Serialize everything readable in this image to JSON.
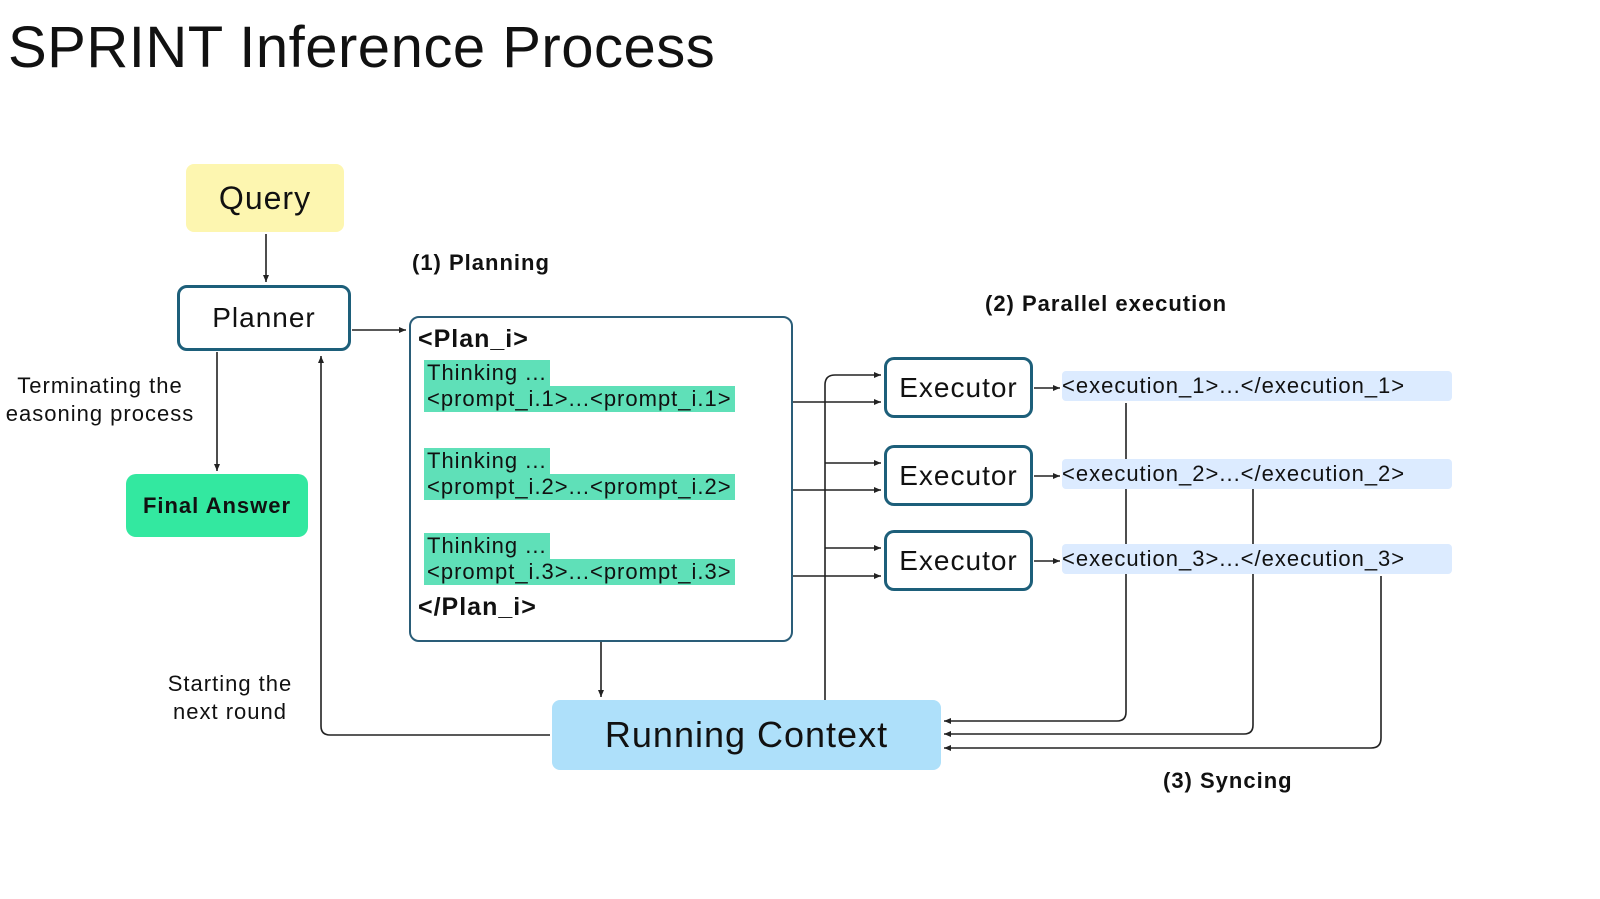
{
  "title": "SPRINT Inference Process",
  "nodes": {
    "query": "Query",
    "planner": "Planner",
    "final_answer": "Final Answer",
    "running_context": "Running Context",
    "executors": [
      "Executor",
      "Executor",
      "Executor"
    ]
  },
  "notes": {
    "terminating": "Terminating the easoning process",
    "terminating_line1": "Terminating the",
    "terminating_line2": "easoning process",
    "starting_line1": "Starting the",
    "starting_line2": "next round"
  },
  "stages": {
    "planning": "(1) Planning",
    "parallel": "(2) Parallel execution",
    "syncing": "(3) Syncing"
  },
  "plan": {
    "open_tag": "<Plan_i>",
    "close_tag": "</Plan_i>",
    "items": [
      {
        "thinking": "Thinking ...",
        "prompt": "<prompt_i.1>...<prompt_i.1>"
      },
      {
        "thinking": "Thinking ...",
        "prompt": "<prompt_i.2>...<prompt_i.2>"
      },
      {
        "thinking": "Thinking ...",
        "prompt": "<prompt_i.3>...<prompt_i.3>"
      }
    ]
  },
  "executions": [
    "<execution_1>...</execution_1>",
    "<execution_2>...</execution_2>",
    "<execution_3>...</execution_3>"
  ],
  "colors": {
    "query_fill": "#fdf6b0",
    "box_border": "#1d5f7a",
    "final_fill": "#33e8a0",
    "highlight": "#5fe0b8",
    "execution_fill": "#dcebff",
    "context_fill": "#aee0fa"
  }
}
